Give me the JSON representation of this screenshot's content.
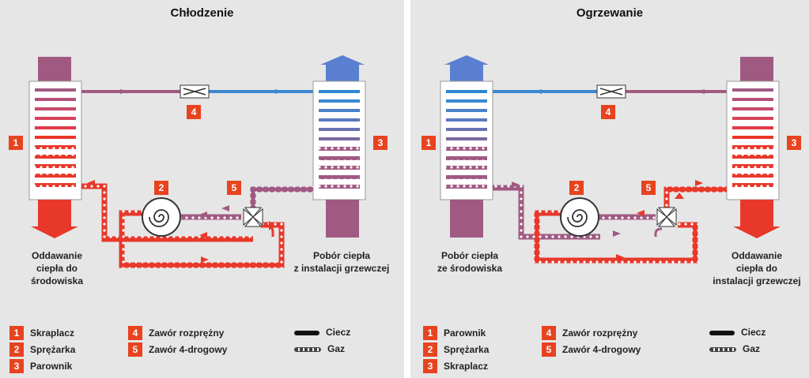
{
  "colors": {
    "panel_bg": "#e6e6e6",
    "hot_red": "#e8382a",
    "purple": "#a05a82",
    "blue": "#3a88d0",
    "badge": "#e8431f"
  },
  "left": {
    "title": "Chłodzenie",
    "left_caption": "Oddawanie\nciepła do\nśrodowiska",
    "right_caption": "Pobór ciepła\nz instalacji grzewczej",
    "badges": [
      "1",
      "2",
      "3",
      "4",
      "5"
    ],
    "legend": [
      {
        "num": "1",
        "text": "Skraplacz"
      },
      {
        "num": "2",
        "text": "Sprężarka"
      },
      {
        "num": "3",
        "text": "Parownik"
      },
      {
        "num": "4",
        "text": "Zawór rozprężny"
      },
      {
        "num": "5",
        "text": "Zawór 4-drogowy"
      }
    ],
    "liquid_label": "Ciecz",
    "gas_label": "Gaz"
  },
  "right": {
    "title": "Ogrzewanie",
    "left_caption": "Pobór ciepła\nze środowiska",
    "right_caption": "Oddawanie\nciepła do\ninstalacji grzewczej",
    "badges": [
      "1",
      "2",
      "3",
      "4",
      "5"
    ],
    "legend": [
      {
        "num": "1",
        "text": "Parownik"
      },
      {
        "num": "2",
        "text": "Sprężarka"
      },
      {
        "num": "3",
        "text": "Skraplacz"
      },
      {
        "num": "4",
        "text": "Zawór rozprężny"
      },
      {
        "num": "5",
        "text": "Zawór 4-drogowy"
      }
    ],
    "liquid_label": "Ciecz",
    "gas_label": "Gaz"
  }
}
